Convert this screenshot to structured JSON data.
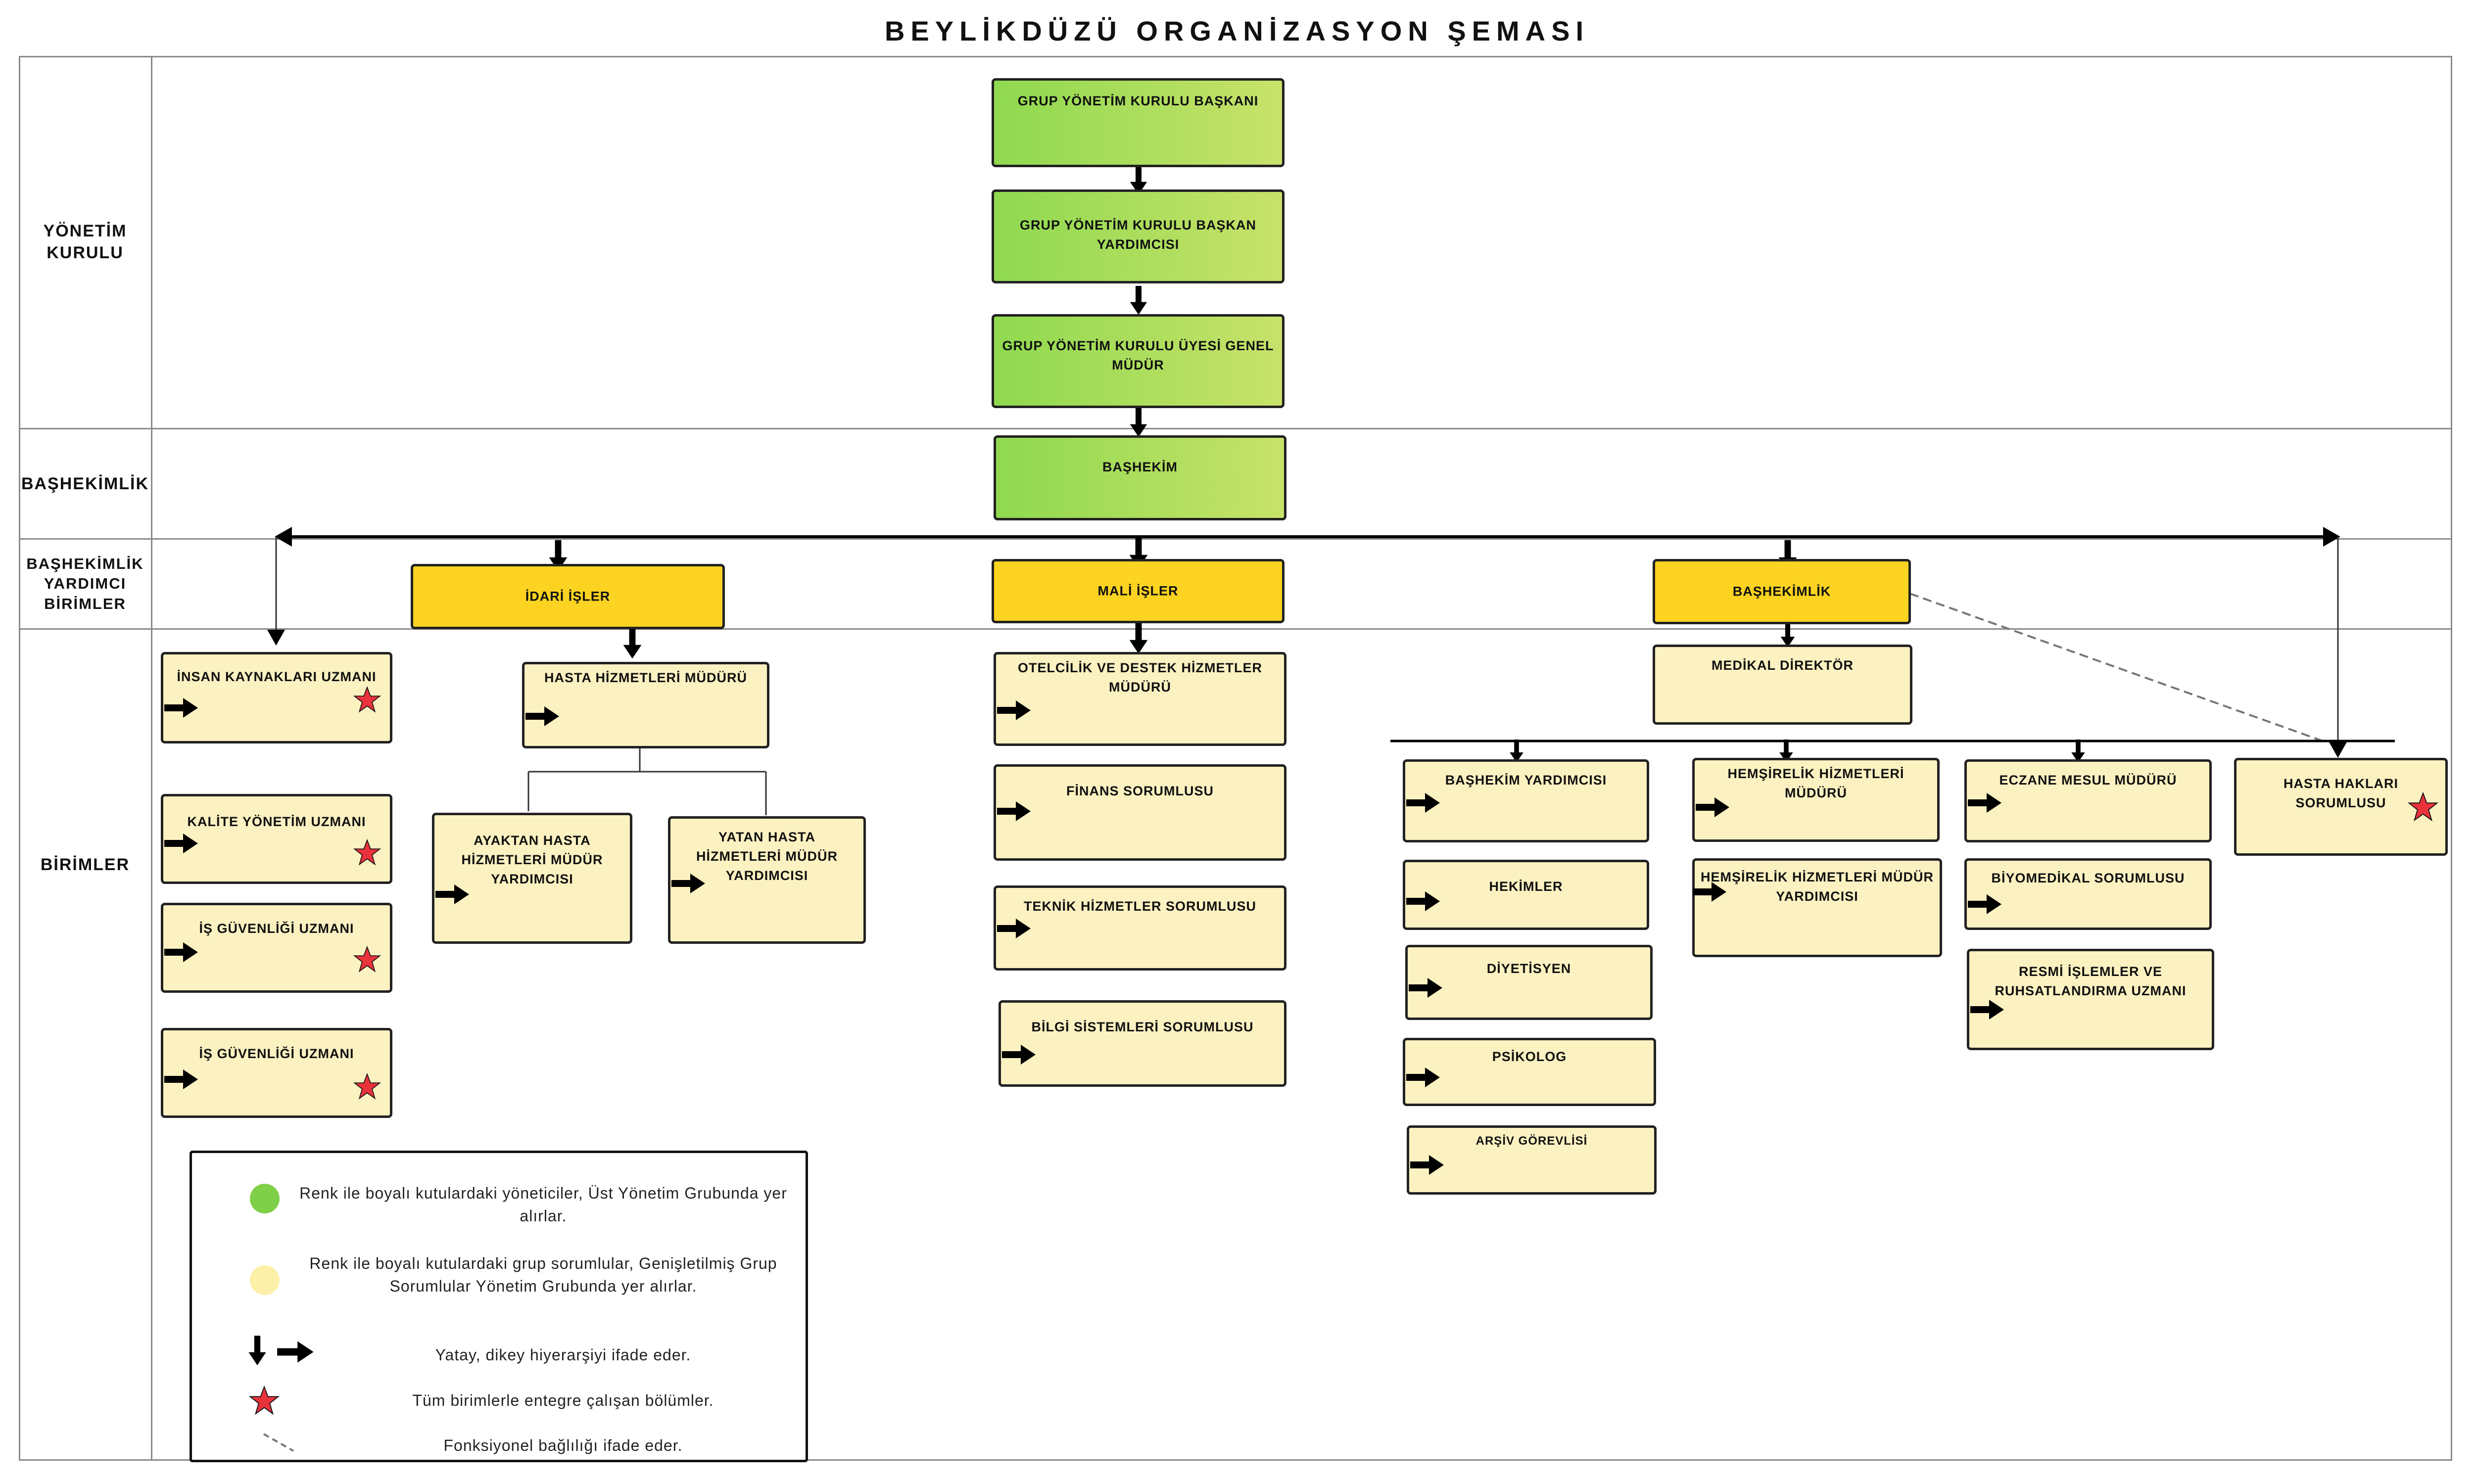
{
  "title": "BEYLİKDÜZÜ ORGANİZASYON ŞEMASI",
  "sections": {
    "yonetim": "YÖNETİM KURULU",
    "bashekimlik": "BAŞHEKİMLİK",
    "yardimci": "BAŞHEKİMLİK YARDIMCI BİRİMLER",
    "birimler": "BİRİMLER"
  },
  "boxes": {
    "gyk_baskan": "GRUP YÖNETİM KURULU BAŞKANI",
    "gyk_baskan_yrd": "GRUP YÖNETİM KURULU BAŞKAN YARDIMCISI",
    "gyk_uye": "GRUP YÖNETİM KURULU ÜYESİ GENEL MÜDÜR",
    "bashekim": "BAŞHEKİM",
    "idari": "İDARİ İŞLER",
    "mali": "MALİ İŞLER",
    "bashekimlik": "BAŞHEKİMLİK",
    "insan_kaynaklari": "İNSAN KAYNAKLARI UZMANI",
    "kalite": "KALİTE YÖNETİM UZMANI",
    "is_guvenligi_1": "İŞ GÜVENLİĞİ UZMANI",
    "is_guvenligi_2": "İŞ GÜVENLİĞİ UZMANI",
    "hasta_hizmetleri": "HASTA HİZMETLERİ MÜDÜRÜ",
    "ayaktan": "AYAKTAN HASTA HİZMETLERİ MÜDÜR YARDIMCISI",
    "yatan": "YATAN HASTA HİZMETLERİ MÜDÜR YARDIMCISI",
    "otelcilik": "OTELCİLİK VE DESTEK HİZMETLER MÜDÜRÜ",
    "finans": "FİNANS SORUMLUSU",
    "teknik": "TEKNİK HİZMETLER SORUMLUSU",
    "bilgi": "BİLGİ SİSTEMLERİ SORUMLUSU",
    "medikal": "MEDİKAL DİREKTÖR",
    "bashekim_yrd": "BAŞHEKİM YARDIMCISI",
    "hekimler": "HEKİMLER",
    "diyetisyen": "DİYETİSYEN",
    "psikolog": "PSİKOLOG",
    "arsiv": "ARŞİV GÖREVLİSİ",
    "hemsirelik": "HEMŞİRELİK HİZMETLERİ MÜDÜRÜ",
    "hemsirelik_yrd": "HEMŞİRELİK HİZMETLERİ MÜDÜR YARDIMCISI",
    "eczane": "ECZANE MESUL MÜDÜRÜ",
    "biyomedikal": "BİYOMEDİKAL SORUMLUSU",
    "resmi": "RESMİ İŞLEMLER VE RUHSATLANDIRMA UZMANI",
    "hasta_haklari": "HASTA HAKLARI SORUMLUSU"
  },
  "legend": {
    "green_text": "Renk ile boyalı kutulardaki yöneticiler, Üst Yönetim Grubunda yer alırlar.",
    "yellow_text": "Renk ile boyalı kutulardaki grup sorumlular, Genişletilmiş Grup Sorumlular Yönetim Grubunda yer alırlar.",
    "arrow_text": "Yatay, dikey hiyerarşiyi ifade eder.",
    "star_text": "Tüm birimlerle entegre çalışan bölümler.",
    "dash_text": "Fonksiyonel bağlılığı ifade eder."
  },
  "colors": {
    "green_start": "#8fd94f",
    "green_end": "#c8e26a",
    "gold": "#fcd321",
    "cream": "#fcf1c1",
    "star": "#e8323c"
  },
  "icons": [
    "arrow-right-icon",
    "arrow-down-icon",
    "star-icon",
    "dashed-line-icon",
    "green-dot-icon",
    "yellow-dot-icon"
  ]
}
